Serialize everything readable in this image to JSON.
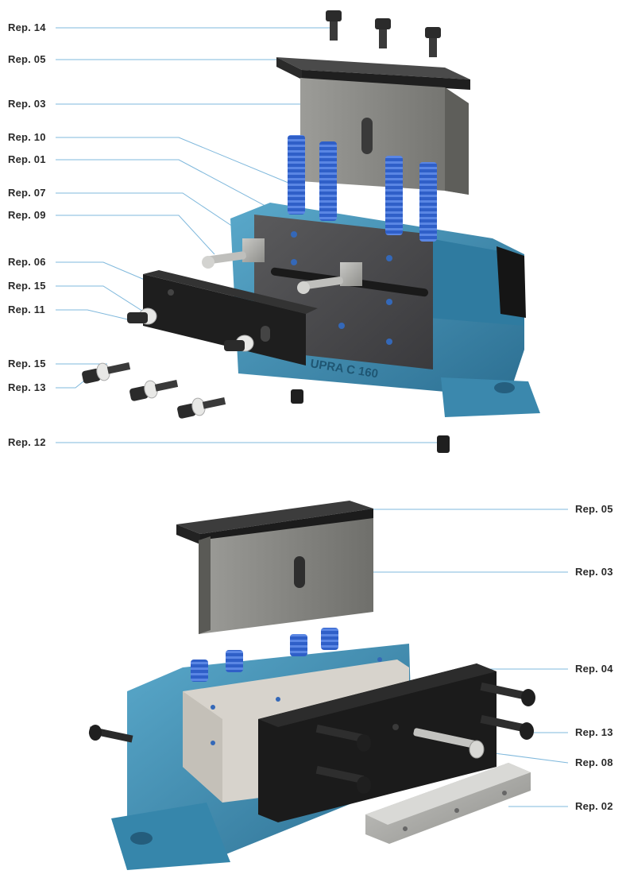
{
  "top_view": {
    "labels": [
      "Rep. 14",
      "Rep. 05",
      "Rep. 03",
      "Rep. 10",
      "Rep. 01",
      "Rep. 07",
      "Rep. 09",
      "Rep. 06",
      "Rep. 15",
      "Rep. 11",
      "Rep. 15",
      "Rep. 13",
      "Rep. 12"
    ],
    "engraving": "UPRA  C 160"
  },
  "bottom_view": {
    "labels": [
      "Rep. 05",
      "Rep. 03",
      "Rep. 04",
      "Rep. 13",
      "Rep. 08",
      "Rep. 02"
    ]
  },
  "colors": {
    "leader": "#7fb8dc",
    "body_blue": "#3f8fb3",
    "spring_blue": "#2f5fc8",
    "dark_plate": "#1e1e1e",
    "steel": "#8a8a86"
  }
}
